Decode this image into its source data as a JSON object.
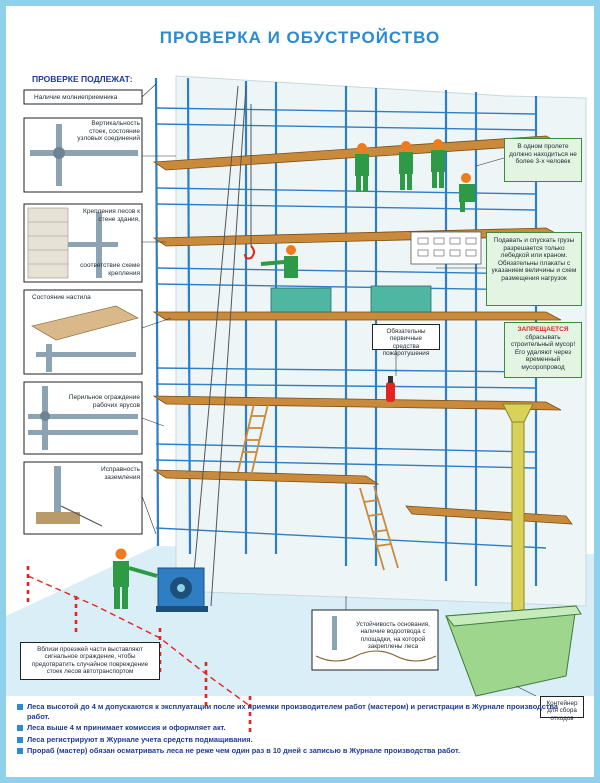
{
  "title": "ПРОВЕРКА И ОБУСТРОЙСТВО",
  "inspection_header": "ПРОВЕРКЕ ПОДЛЕЖАТ:",
  "inspection_items": [
    "Наличие молниеприемника",
    "Вертикальность стоек, состояние узловых соединений",
    "Крепления лесов к стене здания,",
    "соответствие схеме крепления",
    "Состояние настила",
    "Перильное ограждение рабочих ярусов",
    "Исправность заземления"
  ],
  "callouts": {
    "workers_limit": "В одном пролете должно находиться не более 3-х человек",
    "loads": "Подавать и спускать грузы разрешается только лебедкой или краном. Обязательны плакаты с указанием величины и схем размещения нагрузок",
    "fire": "Обязательны первичные средства пожаротушения",
    "forbidden_title": "ЗАПРЕЩАЕТСЯ",
    "forbidden_text": "сбрасывать строительный мусор! Его удаляют через временный мусоропровод",
    "base": "Устойчивость основания, наличие водоотвода с площадки, на которой закреплены леса",
    "road_fence": "Вблизи проезжей части выставляют сигнальное ограждение, чтобы предотвратить случайное повреждение стоек лесов автотранспортом",
    "container": "Контейнер для сбора отходов"
  },
  "notes": [
    "Леса высотой до 4 м допускаются к эксплуатации после их приемки производителем работ (мастером) и регистрации в Журнале производства работ.",
    "Леса выше 4 м принимает комиссия и оформляет акт.",
    "Леса регистрируют в Журнале учета средств подмащивания.",
    "Прораб (мастер) обязан осматривать леса не реже чем один раз в 10 дней с записью в Журнале производства работ."
  ],
  "colors": {
    "frame": "#8fd0ea",
    "title": "#2b8bd0",
    "scaffold_tube": "#2f7ec4",
    "plank": "#c98a3c",
    "hardhat": "#f07b1e",
    "worker": "#2f9a45",
    "callout_bg": "#e3f4e3",
    "alert": "#e3241f",
    "chute": "#d9d25a",
    "container": "#9ed68e"
  }
}
